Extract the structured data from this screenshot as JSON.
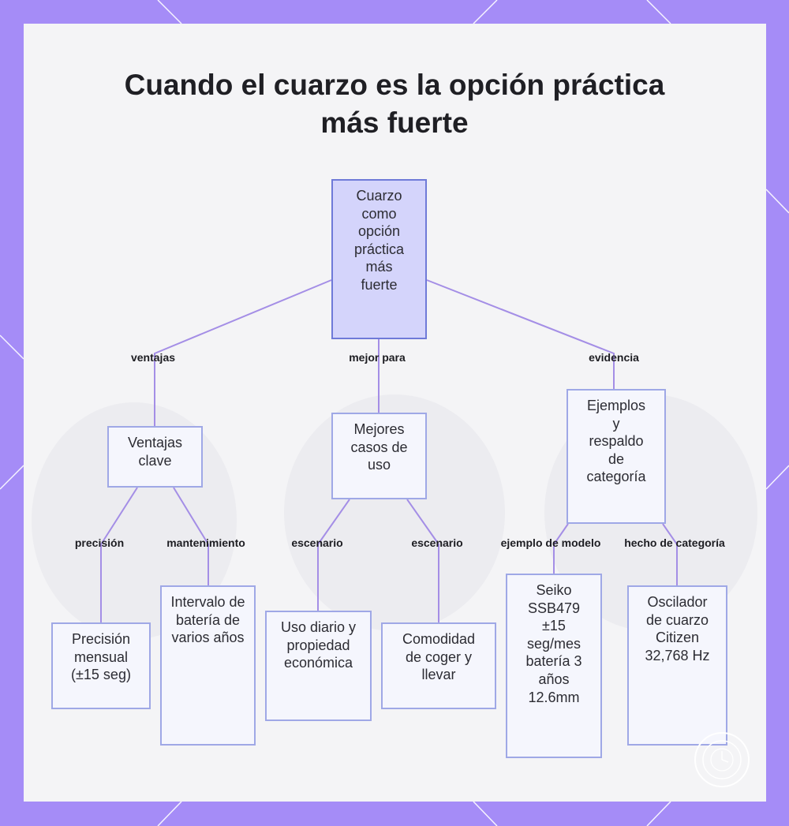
{
  "title": "Cuando el cuarzo es la opción práctica más fuerte",
  "nodes": {
    "root": "Cuarzo como opción práctica más fuerte",
    "ventajas_clave": "Ventajas clave",
    "mejores_casos": "Mejores casos de uso",
    "ejemplos": "Ejemplos y respaldo de categoría",
    "precision_mensual": "Precisión mensual (±15 seg)",
    "intervalo_bateria": "Intervalo de batería de varios años",
    "uso_diario": "Uso diario y propiedad económica",
    "comodidad": "Comodidad de coger y llevar",
    "seiko": "Seiko SSB479 ±15 seg/mes batería 3 años 12.6mm",
    "citizen": "Oscilador de cuarzo Citizen 32,768 Hz"
  },
  "edge_labels": {
    "ventajas": "ventajas",
    "mejor_para": "mejor para",
    "evidencia": "evidencia",
    "precision": "precisión",
    "mantenimiento": "mantenimiento",
    "escenario_1": "escenario",
    "escenario_2": "escenario",
    "ejemplo_modelo": "ejemplo de modelo",
    "hecho_categoria": "hecho de categoría"
  },
  "colors": {
    "frame": "#a58cf7",
    "card": "#f4f4f6",
    "edge": "#a48ee6",
    "node_border": "#9fa8e6",
    "node_fill": "#f5f6fd",
    "root_fill": "#d4d4fb",
    "root_border": "#6f7ad8"
  }
}
